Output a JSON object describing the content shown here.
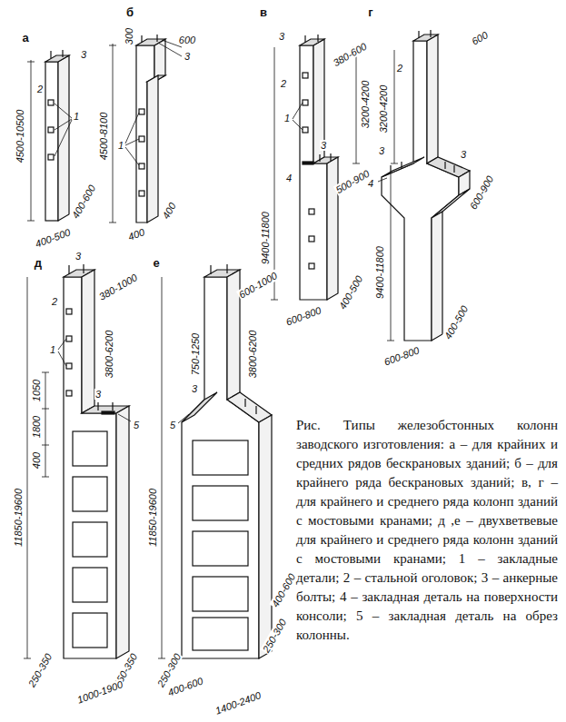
{
  "diagram": {
    "caption": "Рис. Типы железобстонных колонн заводского изготовления: а – для крайних и средних рядов бескрановых зданий; б – для крайнего ряда бескрановых зданий; в, г – для крайнего и среднего ряда колонп зданий с мостовыми кранами; д ,е – двухветвевые для крайнего и среднего ряда колонн зданий с мостовыми кранами; 1 – закладные детали; 2 – стальной оголовок; 3 – анкерные болты; 4 – закладная деталь на поверхности консоли; 5 – закладная деталь на обрез колонны.",
    "labels": [
      "а",
      "3",
      "2",
      "1",
      "4500-10500",
      "400-600",
      "400-500",
      "б",
      "300",
      "600",
      "3",
      "1",
      "4500-8100",
      "400",
      "400",
      "в",
      "3",
      "2",
      "380-600",
      "1",
      "3",
      "500-900",
      "3200-4200",
      "4",
      "9400-11800",
      "400-500",
      "600-800",
      "г",
      "600",
      "2",
      "3200-4200",
      "3",
      "4",
      "3",
      "600-900",
      "9400-11800",
      "400-500",
      "600-800",
      "д",
      "3",
      "2",
      "380-1000",
      "1",
      "1050",
      "1800",
      "400",
      "3",
      "3800-6200",
      "5",
      "11850-19600",
      "250-350",
      "250-350",
      "1000-1900",
      "е",
      "600-1000",
      "750-1250",
      "3",
      "5",
      "3800-6200",
      "11850-19600",
      "250-300",
      "400-600",
      "250-300",
      "400-600",
      "1400-2400"
    ]
  }
}
